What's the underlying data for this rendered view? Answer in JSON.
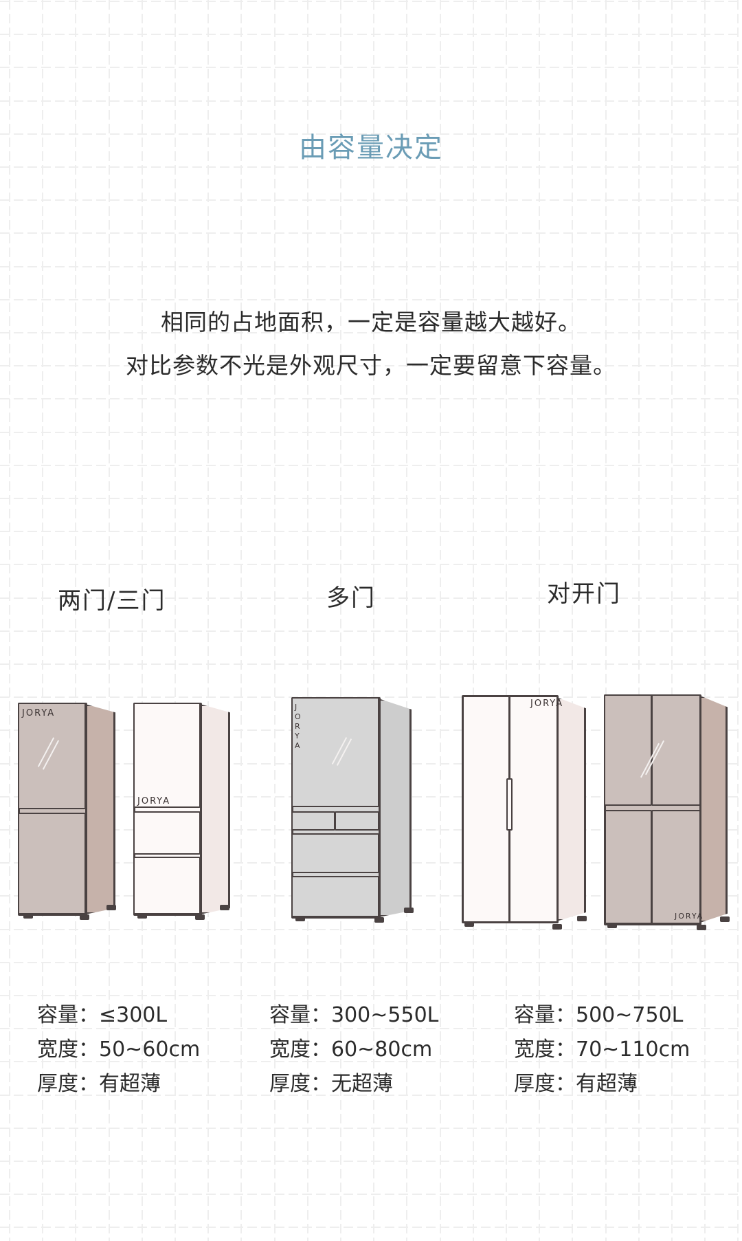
{
  "title": "由容量决定",
  "intro": {
    "line1": "相同的占地面积，一定是容量越大越好。",
    "line2": "对比参数不光是外观尺寸，一定要留意下容量。"
  },
  "brand": "JORYA",
  "colors": {
    "title": "#6a9cb5",
    "text": "#2b2b2b",
    "outline": "#4a4242",
    "fridge_taupe": "#cbbfbb",
    "fridge_taupe_side": "#c6b2aa",
    "fridge_white": "#fdf9f8",
    "fridge_white_side": "#f2e8e6",
    "fridge_gray": "#d6d6d6",
    "fridge_gray_side": "#cdcdcd",
    "grid": "#eeeeee"
  },
  "categories": [
    {
      "label": "两门/三门",
      "specs": [
        {
          "key": "容量",
          "sep": "：",
          "value": "≤300L"
        },
        {
          "key": "宽度",
          "sep": "：",
          "value": "50~60cm"
        },
        {
          "key": "厚度",
          "sep": "：",
          "value": "有超薄"
        }
      ]
    },
    {
      "label": "多门",
      "specs": [
        {
          "key": "容量",
          "sep": "：",
          "value": "300~550L"
        },
        {
          "key": "宽度",
          "sep": "：",
          "value": "60~80cm"
        },
        {
          "key": "厚度",
          "sep": "：",
          "value": "无超薄"
        }
      ]
    },
    {
      "label": "对开门",
      "specs": [
        {
          "key": "容量",
          "sep": "：",
          "value": "500~750L"
        },
        {
          "key": "宽度",
          "sep": "：",
          "value": "70~110cm"
        },
        {
          "key": "厚度",
          "sep": "：",
          "value": "有超薄"
        }
      ]
    }
  ]
}
